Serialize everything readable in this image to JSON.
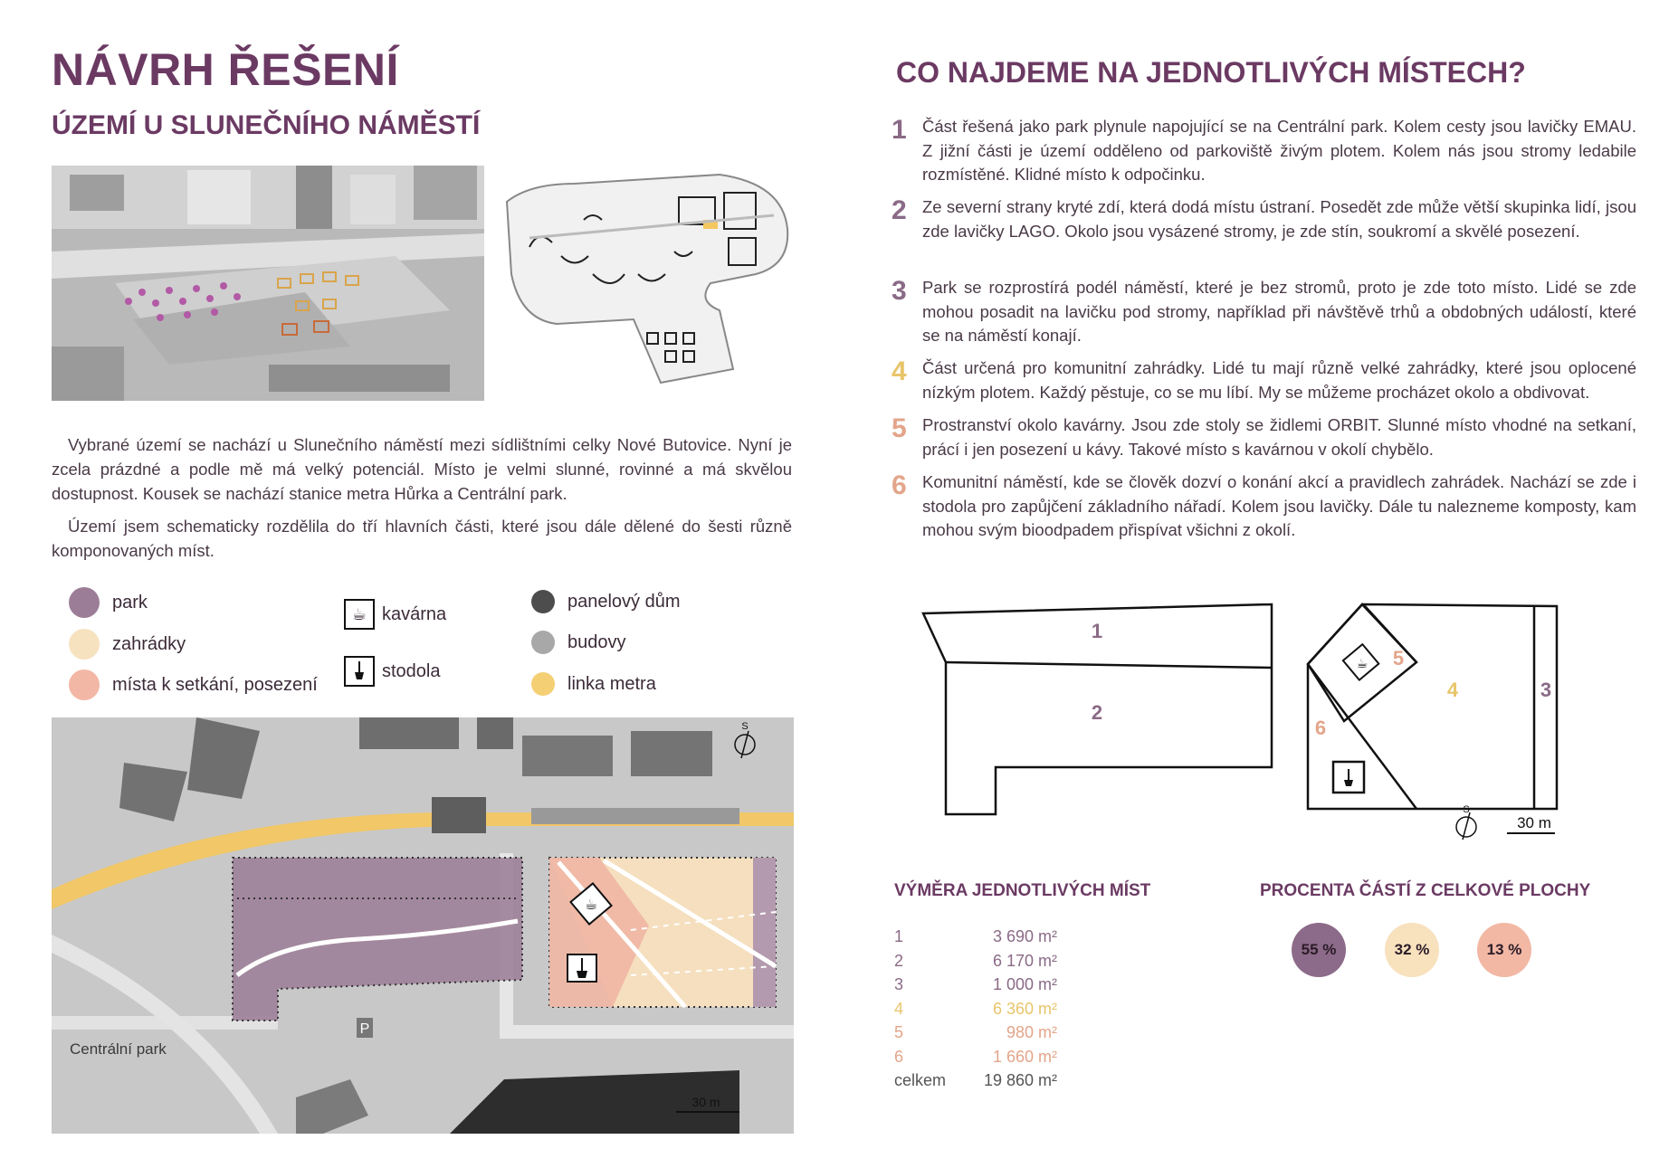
{
  "left": {
    "title": "NÁVRH ŘEŠENÍ",
    "subtitle": "ÚZEMÍ U SLUNEČNÍHO NÁMĚSTÍ",
    "paragraph1": "Vybrané území se nachází u Slunečního náměstí mezi sídlištními celky Nové Butovice. Nyní je zcela prázdné a podle mě má velký potenciál. Místo je velmi slunné, rovinné a má skvělou dostupnost. Kousek se nachází stanice metra Hůrka a Centrální park.",
    "paragraph2": "Území jsem schematicky rozdělila do tří hlavních části, které jsou dále dělené do šesti různě komponovaných míst."
  },
  "legend": {
    "park": "park",
    "zahradky": "zahrádky",
    "mista": "místa k setkání, posezení",
    "kavarna": "kavárna",
    "stodola": "stodola",
    "panelovy": "panelový dům",
    "budovy": "budovy",
    "metro": "linka metra"
  },
  "map": {
    "park_label": "Centrální park",
    "scale": "30 m",
    "north": "S",
    "parking": "P"
  },
  "right": {
    "title": "CO NAJDEME NA JEDNOTLIVÝCH MÍSTECH?",
    "items": [
      {
        "num": "1",
        "text": "Část řešená jako park plynule napojující se na Centrální park. Kolem cesty jsou lavičky EMAU. Z jižní části je území odděleno od parkoviště živým plotem. Kolem nás jsou stromy ledabile rozmístěné. Klidné místo k odpočinku."
      },
      {
        "num": "2",
        "text": "Ze severní strany kryté zdí, která dodá místu ústraní. Posedět zde může větší skupinka lidí, jsou zde lavičky LAGO. Okolo jsou vysázené stromy, je zde stín, soukromí a skvělé posezení."
      },
      {
        "num": "3",
        "text": "Park se rozprostírá podél náměstí, které je bez stromů, proto je zde toto místo. Lidé se zde mohou posadit na lavičku pod stromy, například při návštěvě trhů a obdobných událostí, které se na náměstí konají."
      },
      {
        "num": "4",
        "text": "Část určená pro komunitní zahrádky. Lidé tu mají různě velké zahrádky, které jsou oplocené nízkým plotem. Každý pěstuje, co se mu líbí. My se můžeme procházet okolo a obdivovat."
      },
      {
        "num": "5",
        "text": "Prostranství okolo kavárny. Jsou zde stoly se židlemi ORBIT. Slunné místo vhodné na setkaní, prácí i jen posezení u kávy. Takové místo s kavárnou v okolí chybělo."
      },
      {
        "num": "6",
        "text": "Komunitní náměstí, kde se člověk dozví o konání akcí a pravidlech zahrádek. Nachází se zde i stodola pro zapůjčení základního nářadí. Kolem jsou lavičky. Dále tu nalezneme komposty, kam mohou svým bioodpadem přispívat všichni z okolí."
      }
    ],
    "scheme": {
      "l1": "1",
      "l2": "2",
      "l3": "3",
      "l4": "4",
      "l5": "5",
      "l6": "6",
      "scale": "30 m",
      "north": "S"
    },
    "areas_title": "VÝMĚRA JEDNOTLIVÝCH MÍST",
    "areas": [
      {
        "k": "1",
        "v": "3 690 m²",
        "color": "#8a6a86"
      },
      {
        "k": "2",
        "v": "6 170 m²",
        "color": "#8a6a86"
      },
      {
        "k": "3",
        "v": "1 000 m²",
        "color": "#8a6a86"
      },
      {
        "k": "4",
        "v": "6 360 m²",
        "color": "#e8c56b"
      },
      {
        "k": "5",
        "v": "980 m²",
        "color": "#e3a58a"
      },
      {
        "k": "6",
        "v": "1 660 m²",
        "color": "#e3a58a"
      },
      {
        "k": "celkem",
        "v": "19 860 m²",
        "color": "#555555"
      }
    ],
    "percent_title": "PROCENTA ČÁSTÍ Z CELKOVÉ PLOCHY",
    "percents": [
      {
        "v": "55 %",
        "color": "#8c6a89"
      },
      {
        "v": "32 %",
        "color": "#f8e1bd"
      },
      {
        "v": "13 %",
        "color": "#f2b8a4"
      }
    ]
  },
  "colors": {
    "accent": "#6b3a63",
    "park": "#9c7d98",
    "zahradky": "#f7e2c0",
    "mista": "#f3b7a5",
    "panelovy": "#4d4d4d",
    "budovy": "#a8a8a8",
    "metro": "#f4cf74"
  }
}
